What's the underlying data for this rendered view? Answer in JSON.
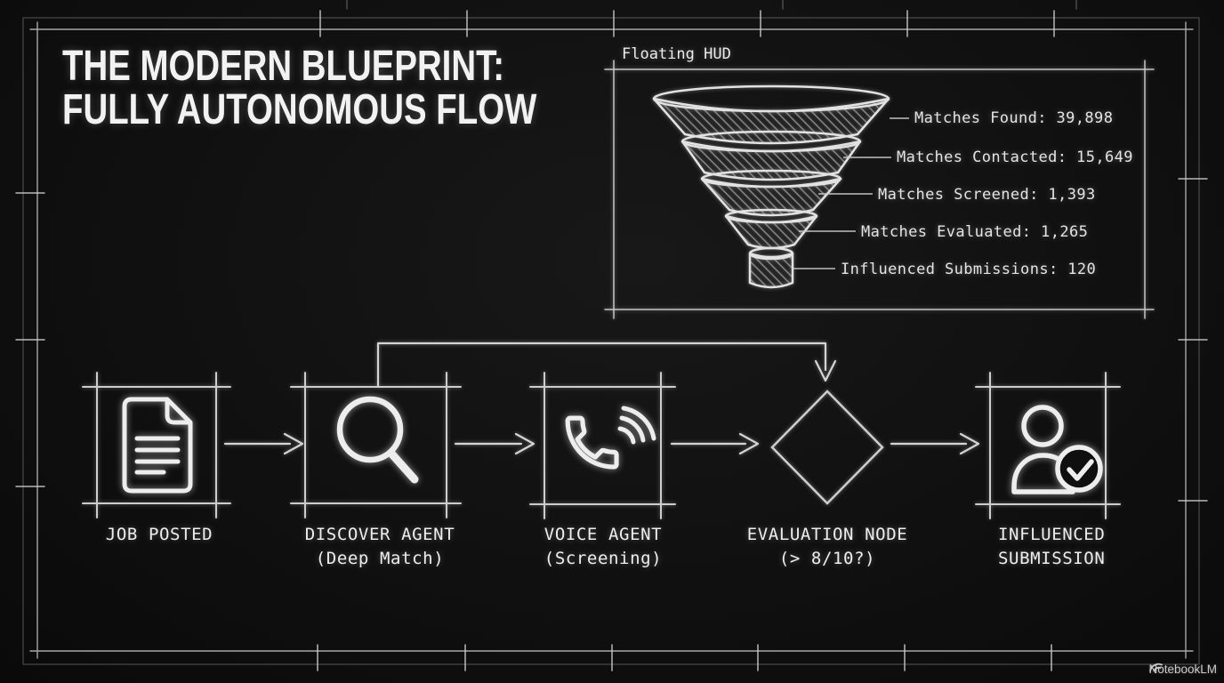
{
  "title": {
    "line1": "THE MODERN BLUEPRINT:",
    "line2": "FULLY AUTONOMOUS FLOW"
  },
  "hud": {
    "label": "Floating HUD",
    "funnel_stages": [
      {
        "label": "Matches Found",
        "value": 39898,
        "text": "Matches Found: 39,898"
      },
      {
        "label": "Matches Contacted",
        "value": 15649,
        "text": "Matches Contacted: 15,649"
      },
      {
        "label": "Matches Screened",
        "value": 1393,
        "text": "Matches Screened: 1,393"
      },
      {
        "label": "Matches Evaluated",
        "value": 1265,
        "text": "Matches Evaluated: 1,265"
      },
      {
        "label": "Influenced Submissions",
        "value": 120,
        "text": "Influenced Submissions: 120"
      }
    ]
  },
  "flow": {
    "nodes": [
      {
        "icon": "document-icon",
        "line1": "JOB POSTED",
        "line2": ""
      },
      {
        "icon": "magnifier-icon",
        "line1": "DISCOVER AGENT",
        "line2": "(Deep Match)"
      },
      {
        "icon": "phone-icon",
        "line1": "VOICE AGENT",
        "line2": "(Screening)"
      },
      {
        "icon": "diamond-decision",
        "line1": "EVALUATION NODE",
        "line2": "(> 8/10?)"
      },
      {
        "icon": "person-check-icon",
        "line1": "INFLUENCED",
        "line2": "SUBMISSION"
      }
    ]
  },
  "watermark": "NotebookLM",
  "colors": {
    "background": "#0e0e0e",
    "line": "#d8d8d8",
    "text": "#ededed"
  }
}
